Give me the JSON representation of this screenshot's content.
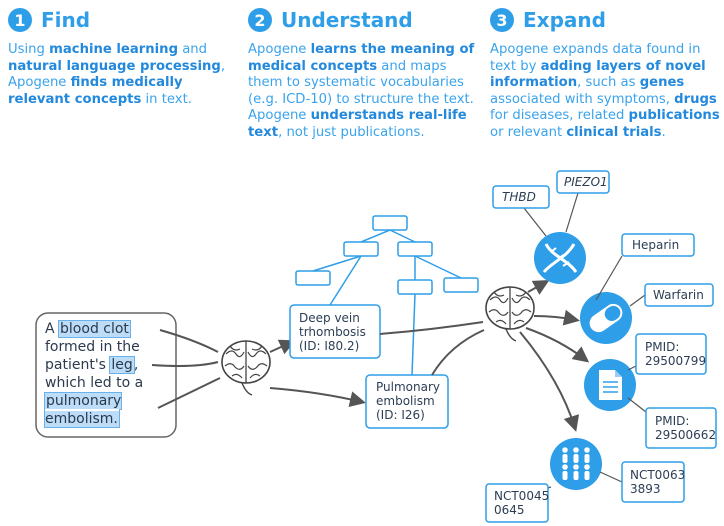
{
  "steps": [
    {
      "num": "1",
      "title": "Find",
      "desc": [
        {
          "t": "Using ",
          "b": false
        },
        {
          "t": "machine learning",
          "b": true
        },
        {
          "t": " and ",
          "b": false
        },
        {
          "t": "natural language processing",
          "b": true
        },
        {
          "t": ", Apogene ",
          "b": false
        },
        {
          "t": "finds medically relevant concepts",
          "b": true
        },
        {
          "t": " in text.",
          "b": false
        }
      ]
    },
    {
      "num": "2",
      "title": "Understand",
      "desc": [
        {
          "t": "Apogene ",
          "b": false
        },
        {
          "t": "learns the meaning of medical concepts",
          "b": true
        },
        {
          "t": " and maps them to systematic vocabularies (e.g. ICD-10) to structure the text. Apogene ",
          "b": false
        },
        {
          "t": "understands real-life text",
          "b": true
        },
        {
          "t": ", not just publications.",
          "b": false
        }
      ]
    },
    {
      "num": "3",
      "title": "Expand",
      "desc": [
        {
          "t": "Apogene expands data found in text by ",
          "b": false
        },
        {
          "t": "adding layers of novel information",
          "b": true
        },
        {
          "t": ", such as ",
          "b": false
        },
        {
          "t": "genes",
          "b": true
        },
        {
          "t": " associated with symptoms, ",
          "b": false
        },
        {
          "t": "drugs",
          "b": true
        },
        {
          "t": " for diseases, related ",
          "b": false
        },
        {
          "t": "publications",
          "b": true
        },
        {
          "t": " or relevant ",
          "b": false
        },
        {
          "t": "clinical trials",
          "b": true
        },
        {
          "t": ".",
          "b": false
        }
      ]
    }
  ],
  "sentence": [
    {
      "t": "A ",
      "hl": false
    },
    {
      "t": "blood clot",
      "hl": true
    },
    {
      "t": " formed in the patient's ",
      "hl": false
    },
    {
      "t": "leg",
      "hl": true
    },
    {
      "t": ", which led to a ",
      "hl": false
    },
    {
      "t": "pulmonary embolism.",
      "hl": true
    }
  ],
  "concepts": {
    "dvt": [
      "Deep vein",
      "trhombosis",
      "(ID: I80.2)"
    ],
    "pe": [
      "Pulmonary",
      "embolism",
      "(ID: I26)"
    ]
  },
  "genes": [
    "THBD",
    "PIEZO1"
  ],
  "drugs": [
    "Heparin",
    "Warfarin"
  ],
  "pmids": [
    [
      "PMID:",
      "29500799"
    ],
    [
      "PMID:",
      "29500662"
    ]
  ],
  "trials": [
    [
      "NCT0045",
      "0645"
    ],
    [
      "NCT0063",
      "3893"
    ]
  ],
  "icons": [
    "brain-icon",
    "dna-icon",
    "pill-icon",
    "document-icon",
    "people-icon"
  ],
  "colors": {
    "accent": "#2f9ee8",
    "box_border": "#2f9ee8",
    "sentence_border": "#666666",
    "arrow": "#555555"
  }
}
